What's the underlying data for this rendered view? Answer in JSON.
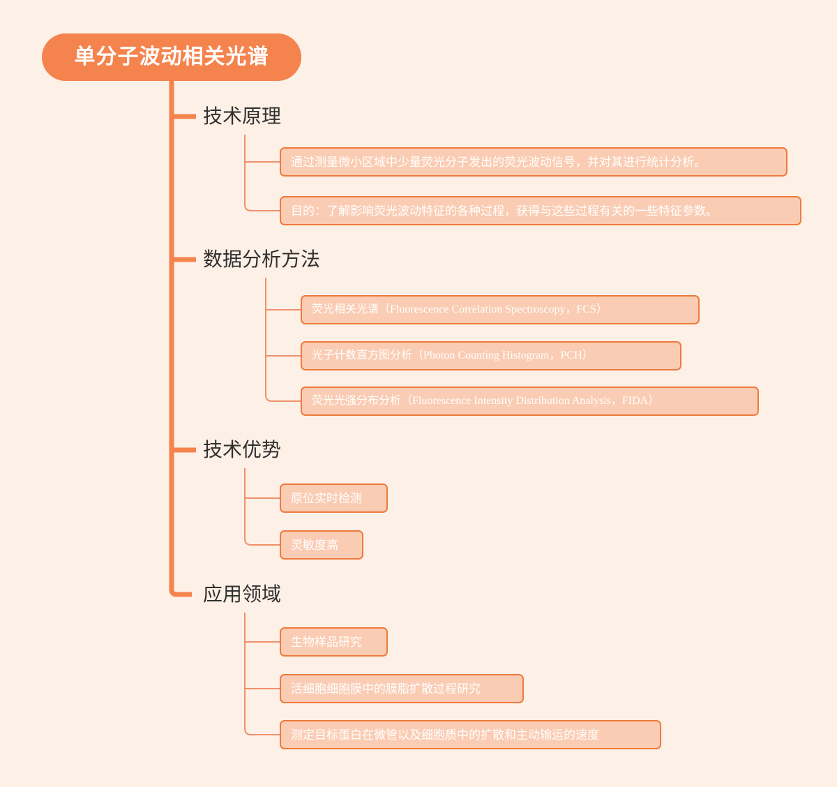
{
  "theme": {
    "background": "#FDF0E7",
    "root_fill": "#F5834D",
    "root_text": "#FFFFFF",
    "trunk_color": "#F5834D",
    "connector_color": "#EE8B52",
    "leaf_fill": "#FACCB3",
    "leaf_border": "#EE7A3C",
    "leaf_text": "#FFFFFF",
    "branch_text": "#31302E"
  },
  "root": {
    "label": "单分子波动相关光谱"
  },
  "branches": [
    {
      "label": "技术原理",
      "children": [
        {
          "label": "通过测量微小区域中少量荧光分子发出的荧光波动信号，并对其进行统计分析。"
        },
        {
          "label": "目的：了解影响荧光波动特征的各种过程，获得与这些过程有关的一些特征参数。"
        }
      ]
    },
    {
      "label": "数据分析方法",
      "children": [
        {
          "label": "荧光相关光谱（Fluorescence Correlation Spectroscopy，FCS）"
        },
        {
          "label": "光子计数直方图分析（Photon Counting Histogram，PCH）"
        },
        {
          "label": "荧光光强分布分析（Fluorescence Intensity Distribution Analysis，FIDA）"
        }
      ]
    },
    {
      "label": "技术优势",
      "children": [
        {
          "label": "原位实时检测"
        },
        {
          "label": "灵敏度高"
        }
      ]
    },
    {
      "label": "应用领域",
      "children": [
        {
          "label": "生物样品研究"
        },
        {
          "label": "活细胞细胞膜中的膜脂扩散过程研究"
        },
        {
          "label": "测定目标蛋白在微管以及细胞质中的扩散和主动输运的速度"
        }
      ]
    }
  ]
}
